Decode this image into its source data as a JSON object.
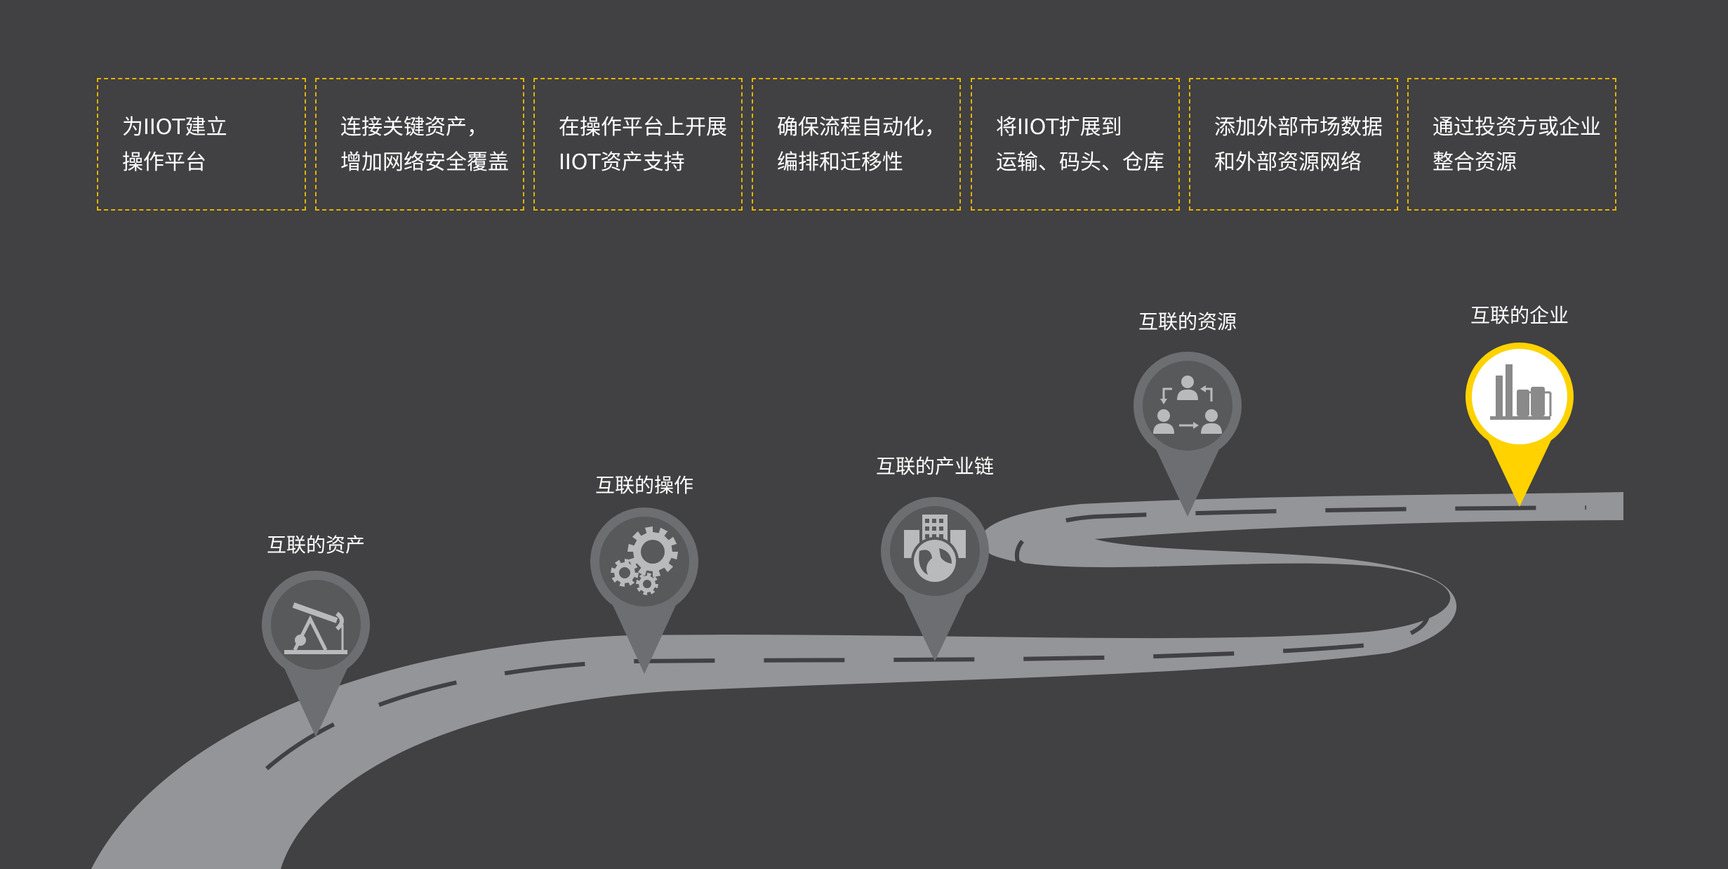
{
  "steps": [
    {
      "line1": "为IIOT建立",
      "line2": "操作平台"
    },
    {
      "line1": "连接关键资产，",
      "line2": "增加网络安全覆盖"
    },
    {
      "line1": "在操作平台上开展",
      "line2": "IIOT资产支持"
    },
    {
      "line1": "确保流程自动化，",
      "line2": "编排和迁移性"
    },
    {
      "line1": "将IIOT扩展到",
      "line2": "运输、码头、仓库"
    },
    {
      "line1": "添加外部市场数据",
      "line2": "和外部资源网络"
    },
    {
      "line1": "通过投资方或企业",
      "line2": "整合资源"
    }
  ],
  "milestones": [
    {
      "label": "互联的资产",
      "icon": "oil-pump-icon"
    },
    {
      "label": "互联的操作",
      "icon": "gears-icon"
    },
    {
      "label": "互联的产业链",
      "icon": "globe-buildings-icon"
    },
    {
      "label": "互联的资源",
      "icon": "people-network-icon"
    },
    {
      "label": "互联的企业",
      "icon": "factory-icon"
    }
  ],
  "colors": {
    "background": "#414042",
    "box_border": "#e2b400",
    "road": "#939598",
    "road_dash": "#414042",
    "pin": "#6d6e71",
    "pin_inner": "#58595b",
    "pin_highlight": "#ffd200",
    "icon": "#b8babc"
  }
}
